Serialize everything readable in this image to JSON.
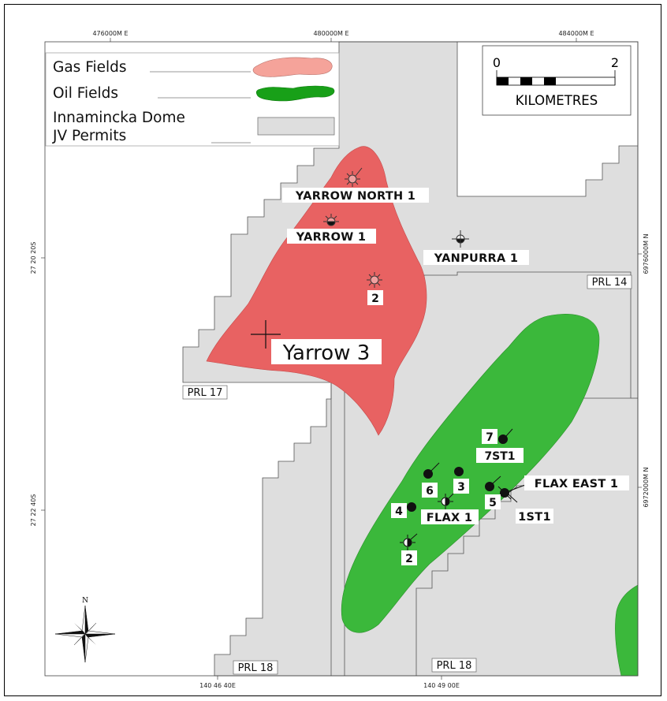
{
  "legend": {
    "gas_fields": "Gas Fields",
    "oil_fields": "Oil Fields",
    "permits_line1": "Innamincka Dome",
    "permits_line2": "JV Permits"
  },
  "scale_bar": {
    "min": "0",
    "max": "2",
    "unit": "KILOMETRES"
  },
  "grid_labels": {
    "top": [
      "476000M E",
      "480000M E",
      "484000M E"
    ],
    "bottom": [
      "140 46 40E",
      "140 49 00E"
    ],
    "left": [
      "27 20 20S",
      "27 22 40S"
    ],
    "right": [
      "6976000M N",
      "6972000M N"
    ]
  },
  "permits": [
    "PRL 14",
    "PRL 17",
    "PRL 18",
    "PRL 18"
  ],
  "wells": {
    "yarrow_north_1": "YARROW NORTH 1",
    "yarrow_1": "YARROW 1",
    "yanpurra_1": "YANPURRA 1",
    "yarrow_2": "2",
    "yarrow_3": "Yarrow 3",
    "flax_7": "7",
    "flax_7st1": "7ST1",
    "flax_6": "6",
    "flax_3": "3",
    "flax_5": "5",
    "flax_4": "4",
    "flax_1": "FLAX 1",
    "flax_east_1": "FLAX EAST 1",
    "flax_1st1": "1ST1",
    "flax_2": "2"
  },
  "north_arrow": "N",
  "colors": {
    "gas_field": "#e86262",
    "gas_legend": "#f5a39a",
    "oil_field": "#3bb83b",
    "permit": "#dedede"
  }
}
